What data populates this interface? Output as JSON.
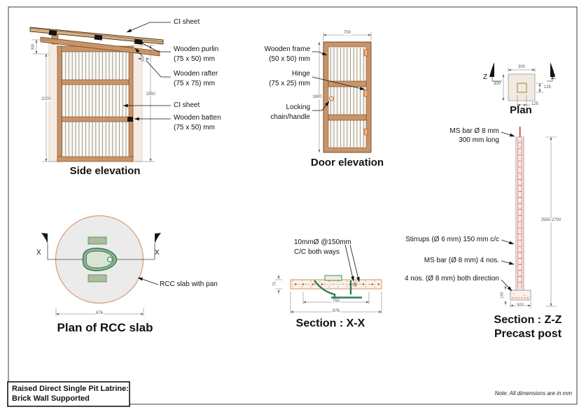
{
  "side_elevation": {
    "title": "Side elevation",
    "label_ci_sheet_roof": "CI sheet",
    "label_purlin_1": "Wooden purlin",
    "label_purlin_2": "(75 x 50) mm",
    "label_rafter_1": "Wooden rafter",
    "label_rafter_2": "(75 x 75) mm",
    "label_ci_sheet_wall": "CI sheet",
    "label_batten_1": "Wooden batten",
    "label_batten_2": "(75 x 50) mm",
    "dim_roof_rise": "300",
    "dim_wall_height": "2100",
    "dim_right_height": "1950",
    "dim_roof_overhang": "300"
  },
  "door_elevation": {
    "title": "Door elevation",
    "label_frame_1": "Wooden frame",
    "label_frame_2": "(50 x 50) mm",
    "label_hinge_1": "Hinge",
    "label_hinge_2": "(75 x 25) mm",
    "label_lock_1": "Locking",
    "label_lock_2": "chain/handle",
    "dim_width": "700",
    "dim_height": "1800"
  },
  "plan": {
    "title": "Plan",
    "marker_left": "Z",
    "marker_right": "Z",
    "dim_top": "300",
    "dim_left": "300",
    "dim_right": "125",
    "dim_bottom": "125"
  },
  "rcc_slab_plan": {
    "title": "Plan of RCC slab",
    "marker_left": "X",
    "marker_right": "X",
    "label_slab": "RCC slab with pan",
    "dim_diameter": "876"
  },
  "section_xx": {
    "title": "Section : X-X",
    "label_rebar_1": "10mmØ @150mm",
    "label_rebar_2": "C/C both ways",
    "dim_thickness": "75",
    "dim_clear_span": "750",
    "dim_overall": "876"
  },
  "section_zz": {
    "title_1": "Section : Z-Z",
    "title_2": "Precast post",
    "label_ms_bar_top_1": "MS bar Ø 8 mm",
    "label_ms_bar_top_2": "300 mm long",
    "label_stirrups": "Stirrups (Ø 6 mm) 150 mm c/c",
    "label_ms_bar": "MS bar (Ø 8 mm) 4 nos.",
    "label_base_bars": "4 nos. (Ø 8 mm) both direction",
    "dim_height": "2550-2700",
    "dim_base_height": "150",
    "dim_base_width": "300"
  },
  "title_block": {
    "line_1": "Raised Direct Single Pit Latrine:",
    "line_2": "Brick Wall Supported"
  },
  "note": "Note: All dimensions are in mm",
  "colors": {
    "wood": "#c89468",
    "wood_edge": "#70401a",
    "pan_green": "#2e7c4e",
    "slab_edge": "#de9e7a",
    "rebar_red": "#d84a32"
  }
}
